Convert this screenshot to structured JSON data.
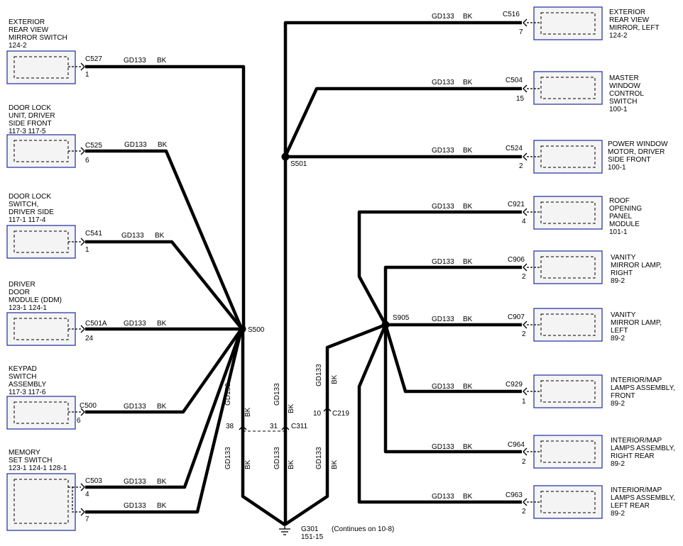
{
  "wire_color": "#000000",
  "component_border": "#2c3aa8",
  "components_left": [
    {
      "name": "EXTERIOR\nREAR VIEW\nMIRROR SWITCH",
      "ref": "124-2",
      "connector": "C527",
      "pins": [
        "1"
      ],
      "circuit": "GD133",
      "wire": "BK"
    },
    {
      "name": "DOOR LOCK\nUNIT, DRIVER\nSIDE FRONT",
      "ref": "117-3    117-5",
      "connector": "C525",
      "pins": [
        "6"
      ],
      "circuit": "GD133",
      "wire": "BK"
    },
    {
      "name": "DOOR LOCK\nSWITCH,\nDRIVER SIDE",
      "ref": "117-1    117-4",
      "connector": "C541",
      "pins": [
        "1"
      ],
      "circuit": "GD133",
      "wire": "BK"
    },
    {
      "name": "DRIVER\nDOOR\nMODULE (DDM)",
      "ref": "123-1    124-1",
      "connector": "C501A",
      "pins": [
        "24"
      ],
      "circuit": "GD133",
      "wire": "BK"
    },
    {
      "name": "KEYPAD\nSWITCH\nASSEMBLY",
      "ref": "117-3    117-6",
      "connector": "C500",
      "pins": [
        "6"
      ],
      "circuit": "GD133",
      "wire": "BK"
    },
    {
      "name": "MEMORY\nSET SWITCH",
      "ref": "123-1   124-1   128-1",
      "connector": "C503",
      "pins": [
        "4",
        "7"
      ],
      "circuit": "GD133",
      "wire": "BK"
    }
  ],
  "components_right": [
    {
      "name": "EXTERIOR\nREAR VIEW\nMIRROR, LEFT",
      "ref": "124-2",
      "connector": "C516",
      "pins": [
        "7"
      ],
      "circuit": "GD133",
      "wire": "BK"
    },
    {
      "name": "MASTER\nWINDOW\nCONTROL\nSWITCH",
      "ref": "100-1",
      "connector": "C504",
      "pins": [
        "15"
      ],
      "circuit": "GD133",
      "wire": "BK"
    },
    {
      "name": "POWER WINDOW\nMOTOR, DRIVER\nSIDE FRONT",
      "ref": "100-1",
      "connector": "C524",
      "pins": [
        "2"
      ],
      "circuit": "GD133",
      "wire": "BK"
    },
    {
      "name": "ROOF\nOPENING\nPANEL\nMODULE",
      "ref": "101-1",
      "connector": "C921",
      "pins": [
        "4"
      ],
      "circuit": "GD133",
      "wire": "BK"
    },
    {
      "name": "VANITY\nMIRROR LAMP,\nRIGHT",
      "ref": "89-2",
      "connector": "C906",
      "pins": [
        "2"
      ],
      "circuit": "GD133",
      "wire": "BK"
    },
    {
      "name": "VANITY\nMIRROR LAMP,\nLEFT",
      "ref": "89-2",
      "connector": "C907",
      "pins": [
        "2"
      ],
      "circuit": "GD133",
      "wire": "BK"
    },
    {
      "name": "INTERIOR/MAP\nLAMPS ASSEMBLY,\nFRONT",
      "ref": "89-2",
      "connector": "C929",
      "pins": [
        "1"
      ],
      "circuit": "GD133",
      "wire": "BK"
    },
    {
      "name": "INTERIOR/MAP\nLAMPS ASSEMBLY,\nRIGHT REAR",
      "ref": "89-2",
      "connector": "C964",
      "pins": [
        "2"
      ],
      "circuit": "GD133",
      "wire": "BK"
    },
    {
      "name": "INTERIOR/MAP\nLAMPS ASSEMBLY,\nLEFT REAR",
      "ref": "89-2",
      "connector": "C963",
      "pins": [
        "2"
      ],
      "circuit": "GD133",
      "wire": "BK"
    }
  ],
  "splices": {
    "s500": "S500",
    "s501": "S501",
    "s905": "S905"
  },
  "inline": {
    "c311": {
      "name": "C311",
      "pin_left": "38",
      "pin_right": "31"
    },
    "c219": {
      "name": "C219",
      "pin": "10"
    }
  },
  "vertical_wires": {
    "circuit": "GD133",
    "wire": "BK"
  },
  "ground": {
    "name": "G301",
    "ref": "151-15",
    "note": "(Continues on 10-8)"
  }
}
